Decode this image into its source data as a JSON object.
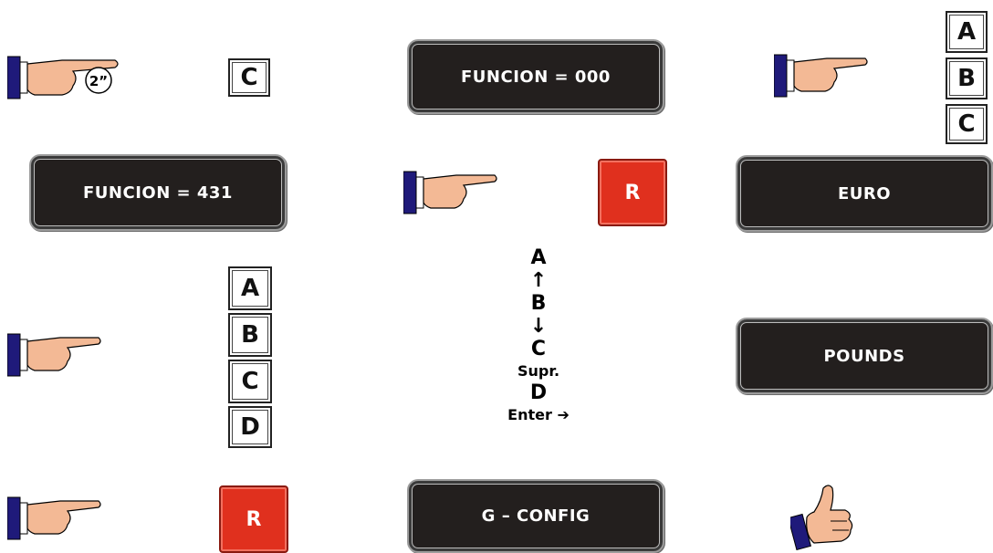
{
  "displays": {
    "funcion000": "FUNCION = 000",
    "funcion431": "FUNCION = 431",
    "euro": "EURO",
    "pounds": "POUNDS",
    "gconfig": "G – CONFIG"
  },
  "keys": {
    "c_top": "C",
    "right_stack": [
      "A",
      "B",
      "C"
    ],
    "left_stack": [
      "A",
      "B",
      "C",
      "D"
    ],
    "r": "R",
    "hold_badge": "2”"
  },
  "legend": {
    "a": "A",
    "up_arrow": "🡹",
    "b": "B",
    "down_arrow": "🡻",
    "c": "C",
    "supr": "Supr.",
    "d": "D",
    "enter": "Enter ➔"
  },
  "colors": {
    "display_bg": "#231f1e",
    "reset_key": "#e0301e",
    "hand_skin": "#f3b995",
    "sleeve": "#1f1a7a"
  }
}
